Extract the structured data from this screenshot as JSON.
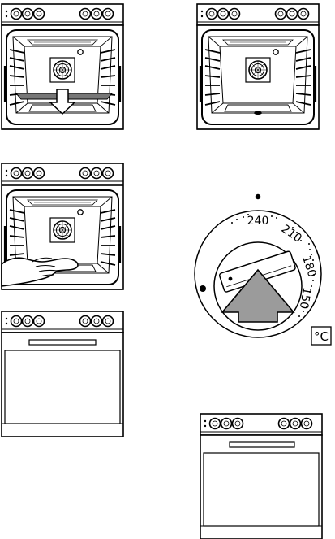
{
  "colors": {
    "ink": "#000000",
    "arrow_fill": "#9b9b9b",
    "tray_grey": "#777777",
    "paper": "#ffffff"
  },
  "dial": {
    "markings": [
      "240",
      "210",
      "180",
      "150"
    ]
  },
  "unit_badge": "°C",
  "icons": [
    "oven-front-icon",
    "hand-icon",
    "down-arrow-icon",
    "temperature-dial-icon"
  ]
}
